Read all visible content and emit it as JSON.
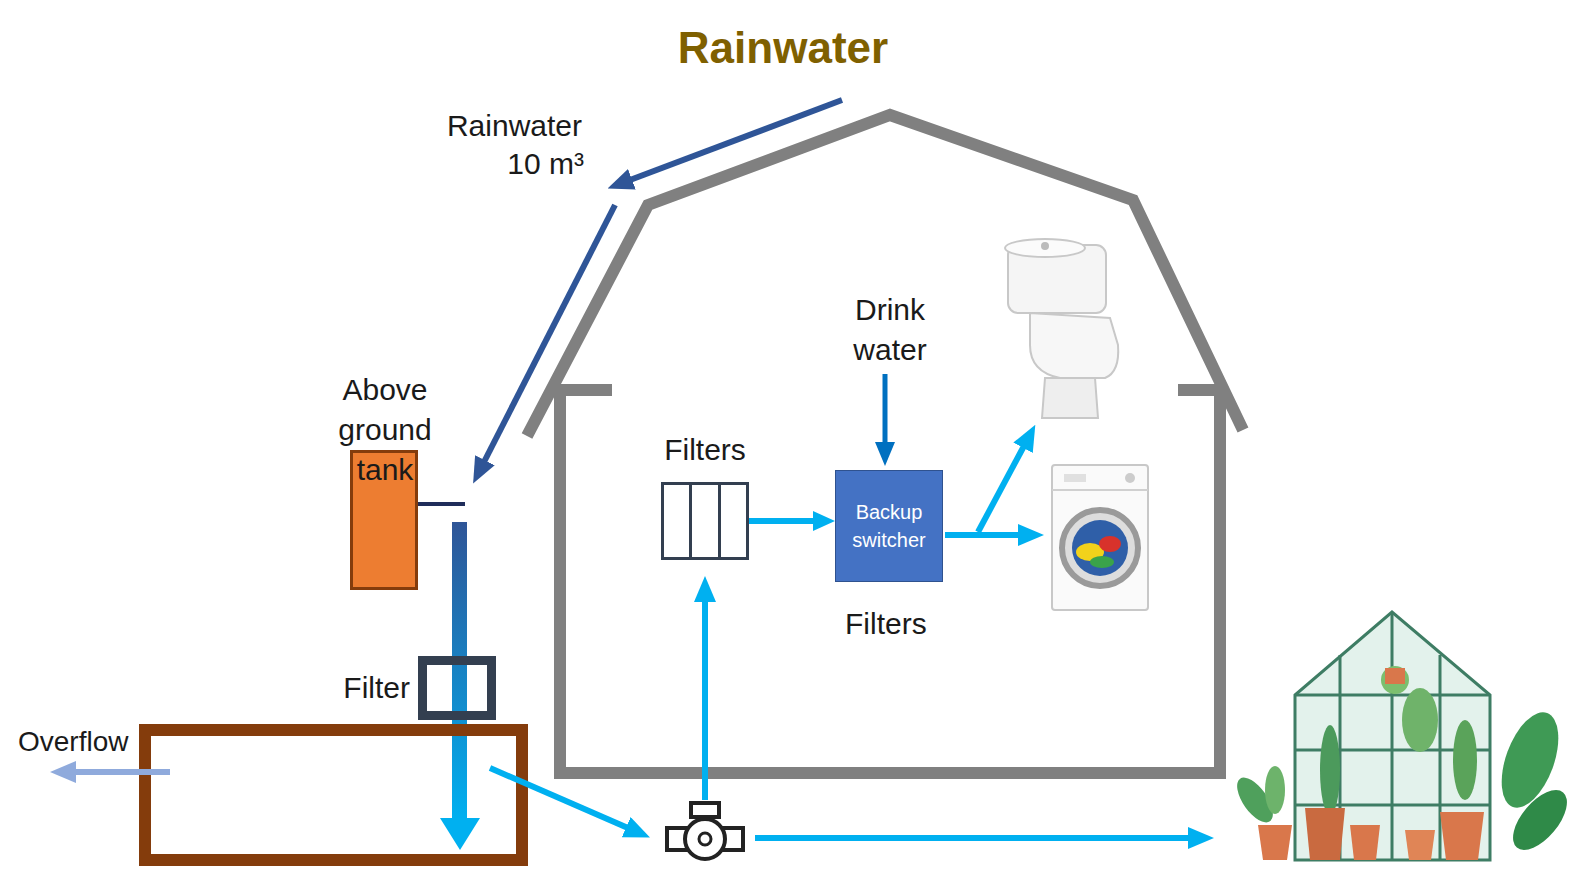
{
  "diagram": {
    "title": "Rainwater",
    "nodes": [
      {
        "text": [
          "Above ground tank"
        ]
      },
      {
        "text": [
          "Filters"
        ]
      },
      {
        "text": [
          "Backup switcher"
        ]
      },
      {
        "text": [
          "Filter"
        ]
      }
    ],
    "edges": [
      {
        "from": 1,
        "to": 2,
        "arrow": "to"
      }
    ],
    "labels": [
      "Rainwater",
      "10 m³",
      "Drink water",
      "Filters",
      "Overflow"
    ]
  }
}
